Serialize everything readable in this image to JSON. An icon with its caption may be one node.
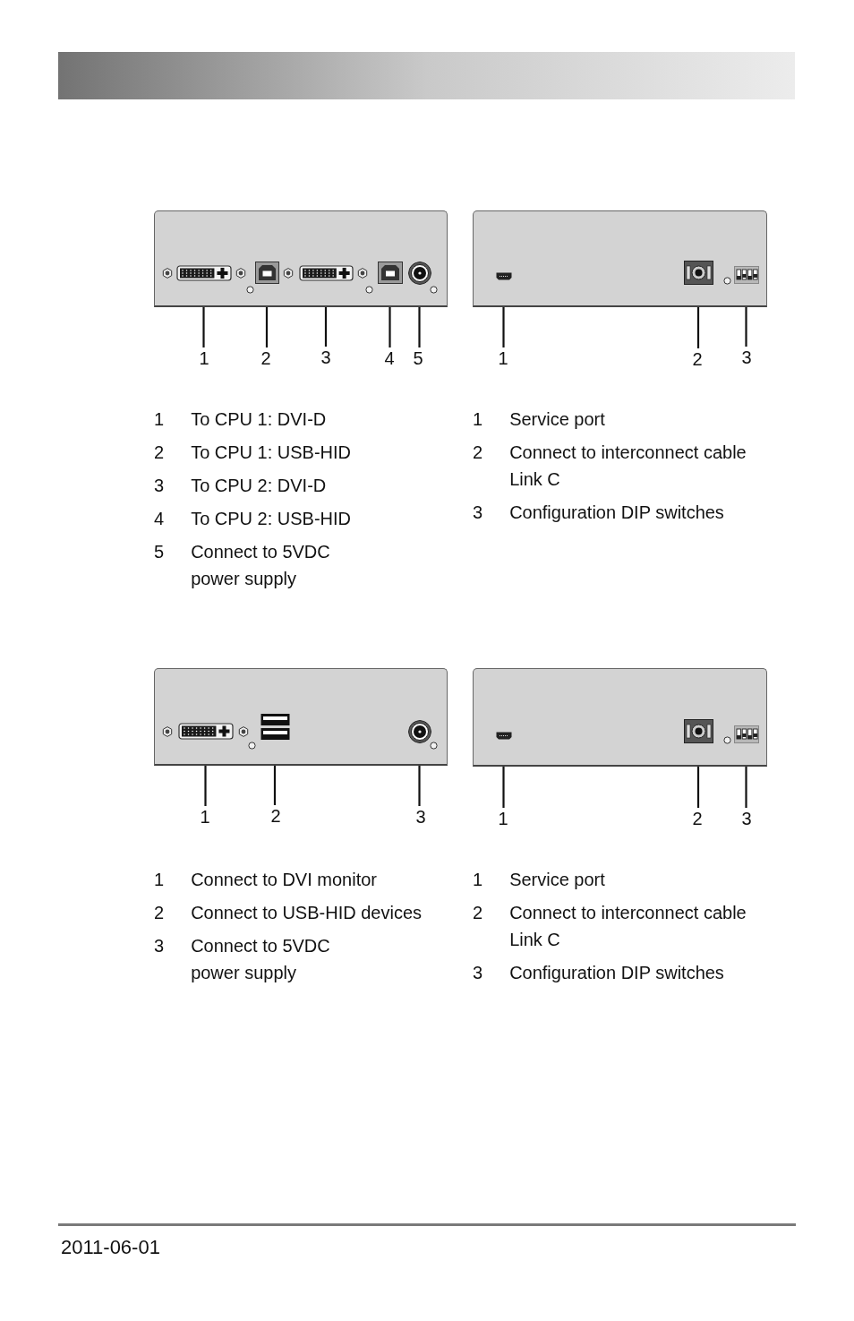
{
  "diagram": {
    "nodes": [
      {
        "text": [],
        "shape": "box"
      },
      {
        "text": [],
        "shape": "box",
        "in": 0
      },
      {
        "text": [],
        "shape": "box",
        "in": 0
      },
      {
        "text": [],
        "shape": "box",
        "in": 0
      },
      {
        "text": [],
        "shape": "box",
        "in": 0
      },
      {
        "text": [],
        "shape": "circle",
        "in": 0
      },
      {
        "text": [],
        "shape": "box"
      },
      {
        "text": [],
        "shape": "box",
        "in": 6
      },
      {
        "text": [],
        "shape": "box",
        "in": 6
      },
      {
        "text": [],
        "shape": "box",
        "in": 6
      },
      {
        "text": [
          "1"
        ]
      },
      {
        "text": [
          "2"
        ]
      },
      {
        "text": [
          "3"
        ]
      },
      {
        "text": [
          "4"
        ]
      },
      {
        "text": [
          "5"
        ]
      },
      {
        "text": [
          "1"
        ]
      },
      {
        "text": [
          "2"
        ]
      },
      {
        "text": [
          "3"
        ]
      },
      {
        "text": [],
        "shape": "box"
      },
      {
        "text": [],
        "shape": "box",
        "in": 18
      },
      {
        "text": [],
        "shape": "box",
        "in": 18
      },
      {
        "text": [],
        "shape": "circle",
        "in": 18
      },
      {
        "text": [],
        "shape": "box"
      },
      {
        "text": [],
        "shape": "box",
        "in": 22
      },
      {
        "text": [],
        "shape": "box",
        "in": 22
      },
      {
        "text": [],
        "shape": "box",
        "in": 22
      },
      {
        "text": [
          "1"
        ]
      },
      {
        "text": [
          "2"
        ]
      },
      {
        "text": [
          "3"
        ]
      },
      {
        "text": [
          "1"
        ]
      },
      {
        "text": [
          "2"
        ]
      },
      {
        "text": [
          "3"
        ]
      }
    ],
    "edges": [
      {
        "from": 10,
        "to": 1,
        "arrow": "none"
      },
      {
        "from": 11,
        "to": 2,
        "arrow": "none"
      },
      {
        "from": 12,
        "to": 3,
        "arrow": "none"
      },
      {
        "from": 13,
        "to": 4,
        "arrow": "none"
      },
      {
        "from": 14,
        "to": 5,
        "arrow": "none"
      },
      {
        "from": 15,
        "to": 7,
        "arrow": "none"
      },
      {
        "from": 16,
        "to": 8,
        "arrow": "none"
      },
      {
        "from": 17,
        "to": 9,
        "arrow": "none"
      },
      {
        "from": 26,
        "to": 19,
        "arrow": "none"
      },
      {
        "from": 27,
        "to": 20,
        "arrow": "none"
      },
      {
        "from": 28,
        "to": 21,
        "arrow": "none"
      },
      {
        "from": 29,
        "to": 23,
        "arrow": "none"
      },
      {
        "from": 30,
        "to": 24,
        "arrow": "none"
      },
      {
        "from": 31,
        "to": 25,
        "arrow": "none"
      }
    ],
    "labels": [
      "1",
      "To CPU 1: DVI-D",
      "2",
      "To CPU 1: USB-HID",
      "3",
      "To CPU 2: DVI-D",
      "4",
      "To CPU 2: USB-HID",
      "5",
      "Connect to 5VDC power supply",
      "1",
      "Service port",
      "2",
      "Connect to interconnect cable Link C",
      "3",
      "Configuration DIP switches",
      "1",
      "Connect to DVI monitor",
      "2",
      "Connect to USB-HID devices",
      "3",
      "Connect to 5VDC power supply",
      "1",
      "Service port",
      "2",
      "Connect to interconnect cable Link C",
      "3",
      "Configuration DIP switches",
      "2011-06-01"
    ]
  }
}
